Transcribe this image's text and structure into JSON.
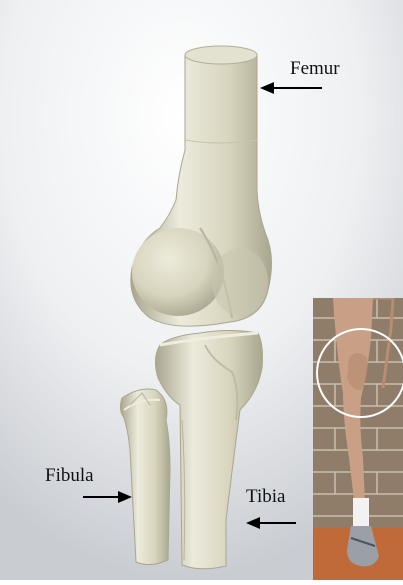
{
  "labels": {
    "femur": "Femur",
    "fibula": "Fibula",
    "tibia": "Tibia"
  },
  "colors": {
    "bone_fill": "#d8d4bd",
    "bone_shadow": "#a9a68f",
    "bone_highlight": "#ecebdc",
    "background_grey": "#c9ccd1",
    "arrow": "#000000",
    "brick_wall": "#8f7d6a",
    "mortar": "#c9bfae",
    "floor": "#c06a3a",
    "highlight_circle": "#ffffff",
    "sock": "#f2f2f2",
    "skin": "#c9a085"
  },
  "icons": {
    "femur_arrow": "arrow-left-icon",
    "fibula_arrow": "arrow-right-icon",
    "tibia_arrow": "arrow-left-icon"
  }
}
